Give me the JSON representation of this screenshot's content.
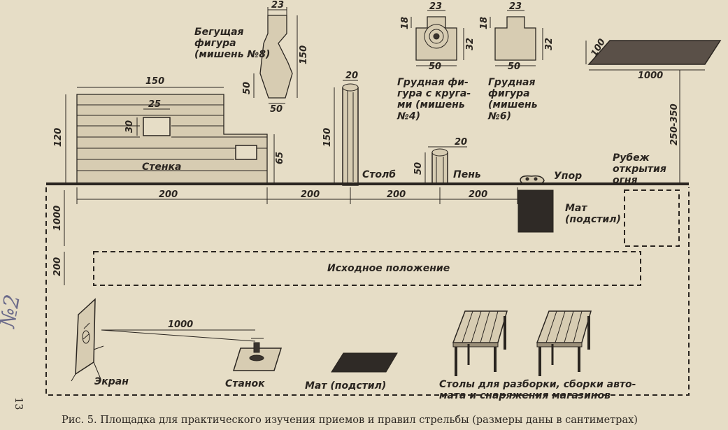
{
  "figure": {
    "title_running": "Бегущая\nфигура\n(мишень №8)",
    "title_chest_circles": "Грудная фи-\nгура с круга-\nми (мишень\n№4)",
    "title_chest": "Грудная\nфигура\n(мишень\n№6)",
    "wall_label": "Стенка",
    "post_label": "Столб",
    "stump_label": "Пень",
    "rest_label": "Упор",
    "mat_label": "Мат\n(подстил)",
    "firing_line_label": "Рубеж\nоткрытия\nогня",
    "start_label": "Исходное положение",
    "screen_label": "Экран",
    "stand_label": "Станок",
    "mat2_label": "Мат (подстил)",
    "tables_label": "Столы для разборки, сборки авто-\nмата и снаряжения магазинов",
    "caption": "Рис. 5. Площадка для практического изучения приемов и правил стрельбы (размеры даны в сантиметрах)",
    "page_number": "13",
    "handwritten": "№2"
  },
  "dimensions": {
    "t8_top": "23",
    "t8_height": "150",
    "t8_lower": "50",
    "t8_bottom": "50",
    "t4_top": "23",
    "t4_side": "18",
    "t4_height": "32",
    "t4_bottom": "50",
    "t6_top": "23",
    "t6_side": "18",
    "t6_height": "32",
    "t6_bottom": "50",
    "plate_side": "100",
    "plate_len": "1000",
    "wall_width": "150",
    "wall_height": "120",
    "window_w": "25",
    "window_h": "30",
    "wall_low": "65",
    "post_d": "20",
    "post_h": "150",
    "stump_d": "20",
    "stump_h": "50",
    "gap1": "200",
    "gap2": "200",
    "gap3": "200",
    "gap4": "200",
    "zone_depth": "1000",
    "start_depth": "200",
    "firing_dist": "250-350",
    "screen_dist": "1000"
  },
  "colors": {
    "paper": "#e6ddc6",
    "ink": "#2a2520",
    "wood": "#d7ccb2",
    "dark": "#3a342e"
  }
}
